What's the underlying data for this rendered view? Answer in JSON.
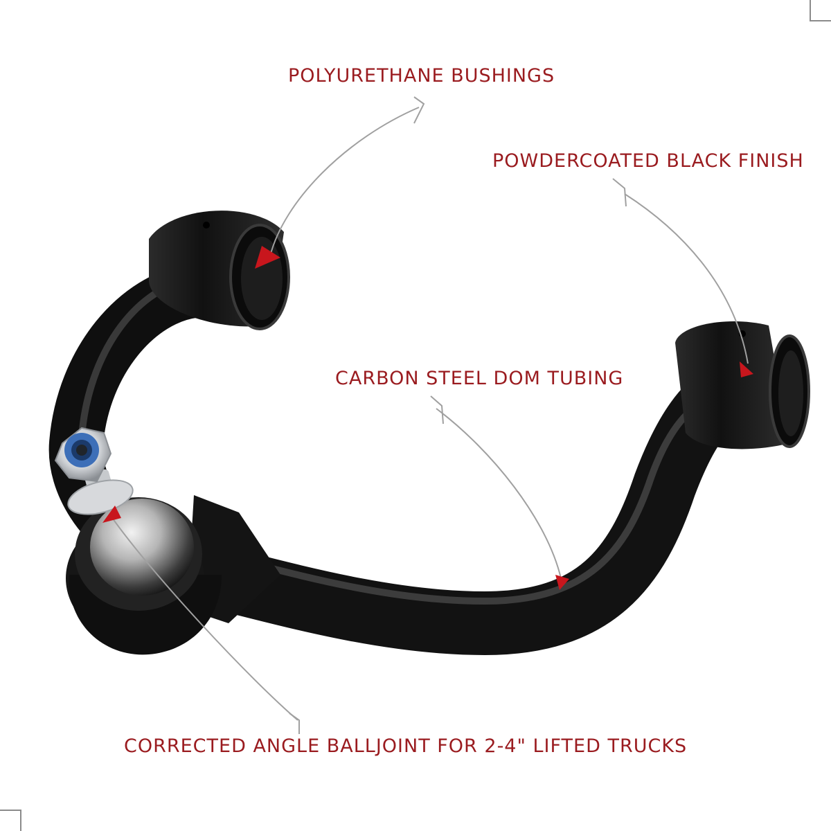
{
  "labels": {
    "polyurethane": "POLYURETHANE BUSHINGS",
    "powdercoated": "POWDERCOATED BLACK FINISH",
    "carbon_steel": "CARBON STEEL DOM TUBING",
    "balljoint": "CORRECTED ANGLE BALLJOINT FOR 2-4\" LIFTED TRUCKS"
  },
  "colors": {
    "label_text": "#9a1b1f",
    "arrow_head": "#c8161d",
    "leader_line": "#9a9a9a",
    "frame_border": "#8a8a8a",
    "part_body": "#1a1a1a"
  },
  "icons": {
    "arrow": "red-triangle-arrowhead",
    "balljoint_nut": "hex-nylock-nut"
  }
}
